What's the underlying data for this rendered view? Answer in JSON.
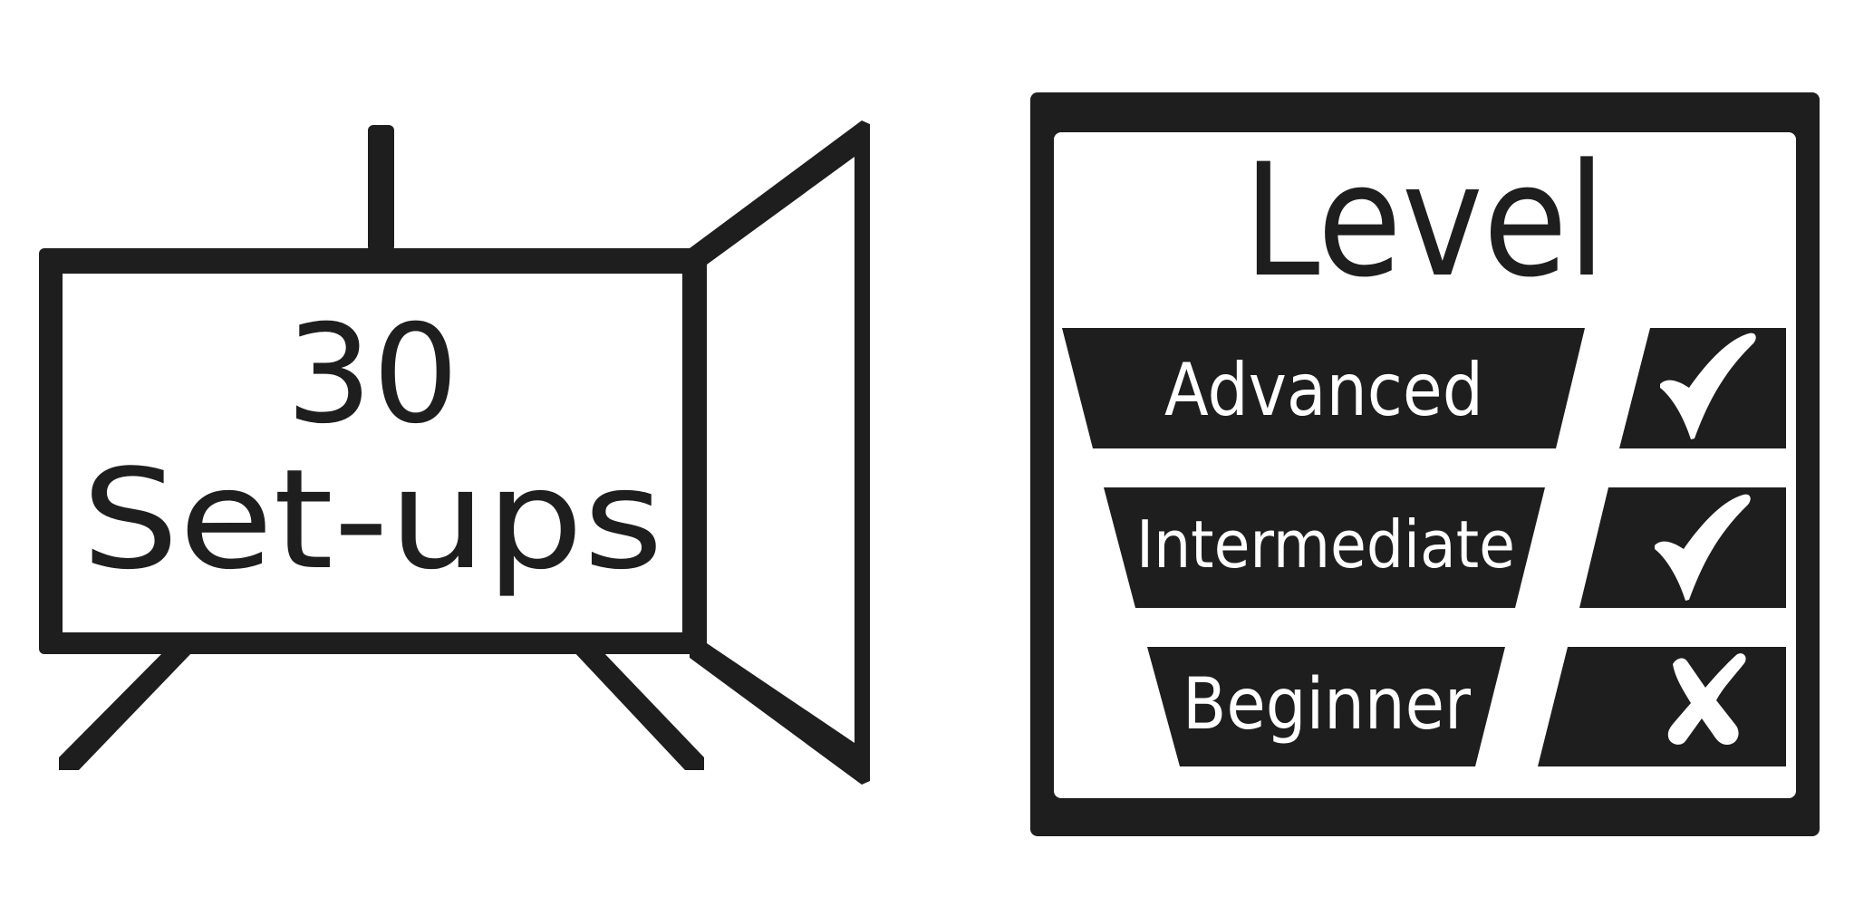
{
  "setups_icon": {
    "count": "30",
    "label": "Set-ups"
  },
  "level_card": {
    "title": "Level",
    "levels": [
      {
        "label": "Advanced",
        "status": "check-icon",
        "included": true
      },
      {
        "label": "Intermediate",
        "status": "check-icon",
        "included": true
      },
      {
        "label": "Beginner",
        "status": "x-icon",
        "included": false
      }
    ]
  },
  "colors": {
    "ink": "#1e1e1e",
    "background": "#ffffff"
  }
}
